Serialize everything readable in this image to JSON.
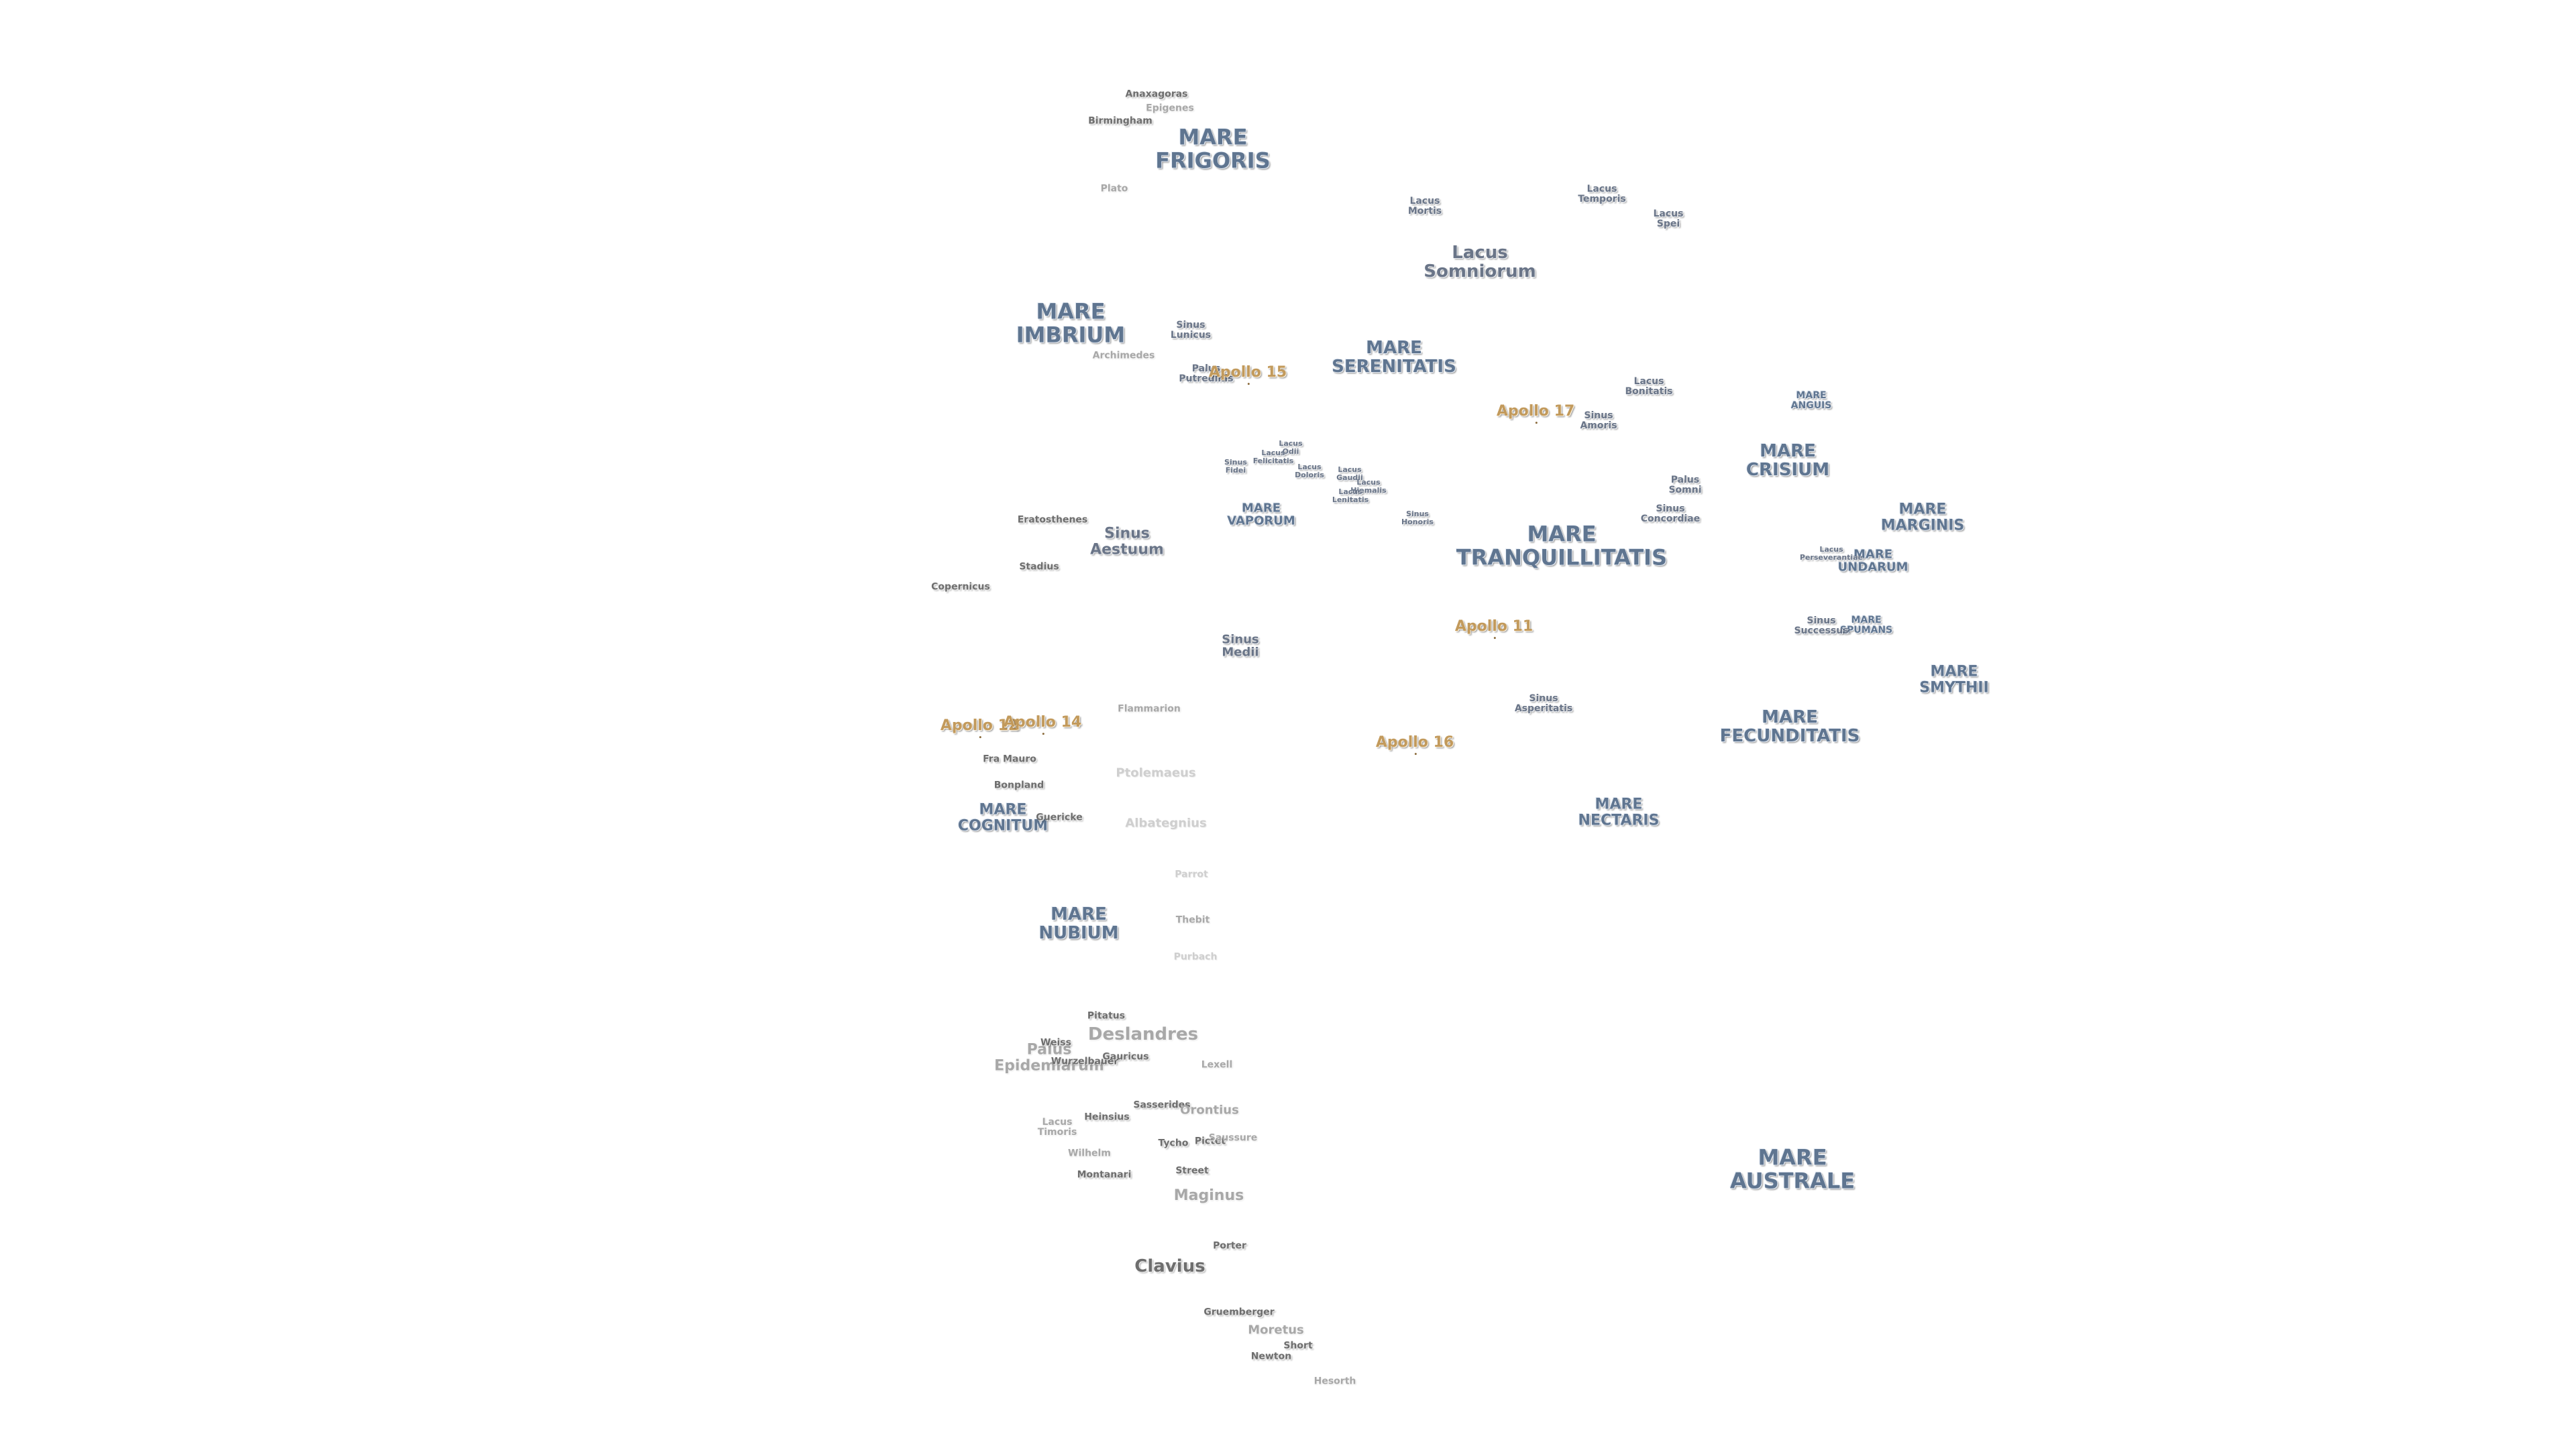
{
  "features": [
    {
      "name": "MARE\nFRIGORIS",
      "kind": "mare",
      "size": "xl"
    },
    {
      "name": "MARE\nIMBRIUM",
      "kind": "mare",
      "size": "xl"
    },
    {
      "name": "MARE\nSERENITATIS",
      "kind": "mare",
      "size": "l"
    },
    {
      "name": "MARE\nTRANQUILLITATIS",
      "kind": "mare",
      "size": "xl"
    },
    {
      "name": "MARE\nCRISIUM",
      "kind": "mare",
      "size": "l"
    },
    {
      "name": "MARE\nFECUNDITATIS",
      "kind": "mare",
      "size": "l"
    },
    {
      "name": "MARE\nNECTARIS",
      "kind": "mare",
      "size": "m"
    },
    {
      "name": "MARE\nNUBIUM",
      "kind": "mare",
      "size": "l"
    },
    {
      "name": "MARE\nCOGNITUM",
      "kind": "mare",
      "size": "m"
    },
    {
      "name": "MARE\nVAPORUM",
      "kind": "mare",
      "size": "s"
    },
    {
      "name": "MARE\nANGUIS",
      "kind": "mare",
      "size": "xs"
    },
    {
      "name": "MARE\nMARGINIS",
      "kind": "mare",
      "size": "m"
    },
    {
      "name": "MARE\nUNDARUM",
      "kind": "mare",
      "size": "s"
    },
    {
      "name": "MARE\nSPUMANS",
      "kind": "mare",
      "size": "xs"
    },
    {
      "name": "MARE\nSMYTHII",
      "kind": "mare",
      "size": "m"
    },
    {
      "name": "MARE\nAUSTRALE",
      "kind": "mare",
      "size": "xl"
    },
    {
      "name": "Lacus\nSomniorum",
      "kind": "small-feature",
      "size": "l"
    },
    {
      "name": "Lacus\nMortis",
      "kind": "small-feature",
      "size": "xs"
    },
    {
      "name": "Lacus\nTemporis",
      "kind": "small-feature",
      "size": "xs"
    },
    {
      "name": "Lacus\nSpei",
      "kind": "small-feature",
      "size": "xs"
    },
    {
      "name": "Lacus\nBonitatis",
      "kind": "small-feature",
      "size": "xs"
    },
    {
      "name": "Lacus\nPerseverantiae",
      "kind": "small-feature",
      "size": "xxs"
    },
    {
      "name": "Lacus\nFelicitatis",
      "kind": "small-feature",
      "size": "xxs"
    },
    {
      "name": "Lacus\nOdii",
      "kind": "small-feature",
      "size": "xxs"
    },
    {
      "name": "Lacus\nDoloris",
      "kind": "small-feature",
      "size": "xxs"
    },
    {
      "name": "Lacus\nGaudii",
      "kind": "small-feature",
      "size": "xxs"
    },
    {
      "name": "Lacus\nHiemalis",
      "kind": "small-feature",
      "size": "xxs"
    },
    {
      "name": "Lacus\nLenitatis",
      "kind": "small-feature",
      "size": "xxs"
    },
    {
      "name": "Sinus\nAestuum",
      "kind": "small-feature",
      "size": "m"
    },
    {
      "name": "Sinus\nMedii",
      "kind": "small-feature",
      "size": "s"
    },
    {
      "name": "Sinus\nLunicus",
      "kind": "small-feature",
      "size": "xs"
    },
    {
      "name": "Sinus\nAmoris",
      "kind": "small-feature",
      "size": "xs"
    },
    {
      "name": "Sinus\nFidei",
      "kind": "small-feature",
      "size": "xxs"
    },
    {
      "name": "Sinus\nHonoris",
      "kind": "small-feature",
      "size": "xxs"
    },
    {
      "name": "Sinus\nConcordiae",
      "kind": "small-feature",
      "size": "xs"
    },
    {
      "name": "Sinus\nSuccessus",
      "kind": "small-feature",
      "size": "xs"
    },
    {
      "name": "Sinus\nAsperitatis",
      "kind": "small-feature",
      "size": "xs"
    },
    {
      "name": "Palus\nPutredinis",
      "kind": "small-feature",
      "size": "xs"
    },
    {
      "name": "Palus\nSomni",
      "kind": "small-feature",
      "size": "xs"
    },
    {
      "name": "Palus\nEpidemiarum",
      "kind": "crater",
      "tone": "faint",
      "size": "m"
    },
    {
      "name": "Apollo 15",
      "kind": "apollo",
      "size": "m"
    },
    {
      "name": "Apollo 17",
      "kind": "apollo",
      "size": "m"
    },
    {
      "name": "Apollo 11",
      "kind": "apollo",
      "size": "m"
    },
    {
      "name": "Apollo 16",
      "kind": "apollo",
      "size": "m"
    },
    {
      "name": "Apollo 12",
      "kind": "apollo",
      "size": "m"
    },
    {
      "name": "Apollo 14",
      "kind": "apollo",
      "size": "m"
    },
    {
      "name": "Anaxagoras",
      "kind": "crater",
      "tone": "",
      "size": "xs"
    },
    {
      "name": "Epigenes",
      "kind": "crater",
      "tone": "faint",
      "size": "xs"
    },
    {
      "name": "Birmingham",
      "kind": "crater",
      "tone": "",
      "size": "xs"
    },
    {
      "name": "Plato",
      "kind": "crater",
      "tone": "faint",
      "size": "xs"
    },
    {
      "name": "Archimedes",
      "kind": "crater",
      "tone": "faint",
      "size": "xs"
    },
    {
      "name": "Eratosthenes",
      "kind": "crater",
      "tone": "",
      "size": "xs"
    },
    {
      "name": "Stadius",
      "kind": "crater",
      "tone": "",
      "size": "xs"
    },
    {
      "name": "Copernicus",
      "kind": "crater",
      "tone": "",
      "size": "xs"
    },
    {
      "name": "Flammarion",
      "kind": "crater",
      "tone": "faint",
      "size": "xs"
    },
    {
      "name": "Fra Mauro",
      "kind": "crater",
      "tone": "",
      "size": "xs"
    },
    {
      "name": "Bonpland",
      "kind": "crater",
      "tone": "",
      "size": "xs"
    },
    {
      "name": "Guericke",
      "kind": "crater",
      "tone": "",
      "size": "xs"
    },
    {
      "name": "Ptolemaeus",
      "kind": "crater",
      "tone": "ghost",
      "size": "s"
    },
    {
      "name": "Albategnius",
      "kind": "crater",
      "tone": "ghost",
      "size": "s"
    },
    {
      "name": "Parrot",
      "kind": "crater",
      "tone": "ghost",
      "size": "xs"
    },
    {
      "name": "Thebit",
      "kind": "crater",
      "tone": "faint",
      "size": "xs"
    },
    {
      "name": "Purbach",
      "kind": "crater",
      "tone": "ghost",
      "size": "xs"
    },
    {
      "name": "Pitatus",
      "kind": "crater",
      "tone": "",
      "size": "xs"
    },
    {
      "name": "Deslandres",
      "kind": "crater",
      "tone": "faint",
      "size": "l"
    },
    {
      "name": "Weiss",
      "kind": "crater",
      "tone": "",
      "size": "xs"
    },
    {
      "name": "Wurzelbauer",
      "kind": "crater",
      "tone": "",
      "size": "xs"
    },
    {
      "name": "Gauricus",
      "kind": "crater",
      "tone": "",
      "size": "xs"
    },
    {
      "name": "Lexell",
      "kind": "crater",
      "tone": "faint",
      "size": "xs"
    },
    {
      "name": "Sasserides",
      "kind": "crater",
      "tone": "",
      "size": "xs"
    },
    {
      "name": "Orontius",
      "kind": "crater",
      "tone": "faint",
      "size": "s"
    },
    {
      "name": "Heinsius",
      "kind": "crater",
      "tone": "",
      "size": "xs"
    },
    {
      "name": "Lacus\nTimoris",
      "kind": "crater",
      "tone": "faint",
      "size": "xs"
    },
    {
      "name": "Tycho",
      "kind": "crater",
      "tone": "",
      "size": "xs"
    },
    {
      "name": "Pictet",
      "kind": "crater",
      "tone": "",
      "size": "xs"
    },
    {
      "name": "Saussure",
      "kind": "crater",
      "tone": "faint",
      "size": "xs"
    },
    {
      "name": "Wilhelm",
      "kind": "crater",
      "tone": "faint",
      "size": "xs"
    },
    {
      "name": "Montanari",
      "kind": "crater",
      "tone": "",
      "size": "xs"
    },
    {
      "name": "Street",
      "kind": "crater",
      "tone": "",
      "size": "xs"
    },
    {
      "name": "Maginus",
      "kind": "crater",
      "tone": "faint",
      "size": "m"
    },
    {
      "name": "Porter",
      "kind": "crater",
      "tone": "",
      "size": "xs"
    },
    {
      "name": "Clavius",
      "kind": "crater",
      "tone": "",
      "size": "l"
    },
    {
      "name": "Gruemberger",
      "kind": "crater",
      "tone": "",
      "size": "xs"
    },
    {
      "name": "Moretus",
      "kind": "crater",
      "tone": "faint",
      "size": "s"
    },
    {
      "name": "Short",
      "kind": "crater",
      "tone": "",
      "size": "xs"
    },
    {
      "name": "Newton",
      "kind": "crater",
      "tone": "",
      "size": "xs"
    },
    {
      "name": "Hesorth",
      "kind": "crater",
      "tone": "faint",
      "size": "xs"
    }
  ]
}
